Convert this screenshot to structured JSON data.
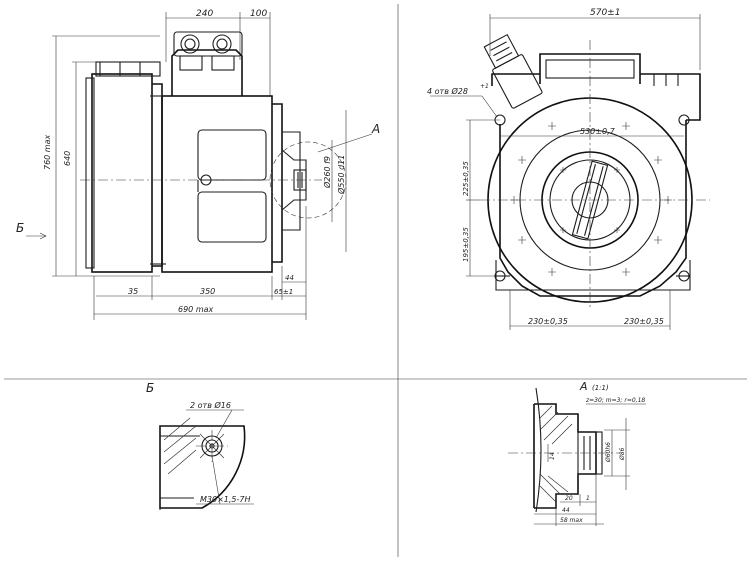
{
  "views": {
    "side": {
      "dims": {
        "top_240": "240",
        "top_100": "100",
        "height_760": "760 max",
        "height_640": "640",
        "d_260": "Ø260 f9",
        "d_550": "Ø550 d11",
        "len_35": "35",
        "len_350": "350",
        "len_690": "690 max",
        "len_65": "65±1",
        "len_44": "44"
      },
      "label_A": "A",
      "label_B": "Б"
    },
    "front": {
      "dims": {
        "w_570": "570±1",
        "holes": "4 отв Ø28",
        "holes_sup": "+1",
        "w_530": "530±0,7",
        "h_225": "225±0,35",
        "h_195": "195±0,35",
        "w_230_left": "230±0,35",
        "w_230_right": "230±0,35"
      }
    },
    "detail_b": {
      "title": "Б",
      "holes": "2 отв Ø16",
      "thread": "M30×1,5-7H"
    },
    "detail_a": {
      "title": "A",
      "scale": "(1:1)",
      "spline": "z=30; m=3; r=0,18",
      "d_inner": "Ø60h6",
      "d_outer": "Ø86",
      "d_14": "14",
      "d_20": "20",
      "d_1": "1",
      "d_44": "44",
      "d_58": "58 max"
    }
  }
}
